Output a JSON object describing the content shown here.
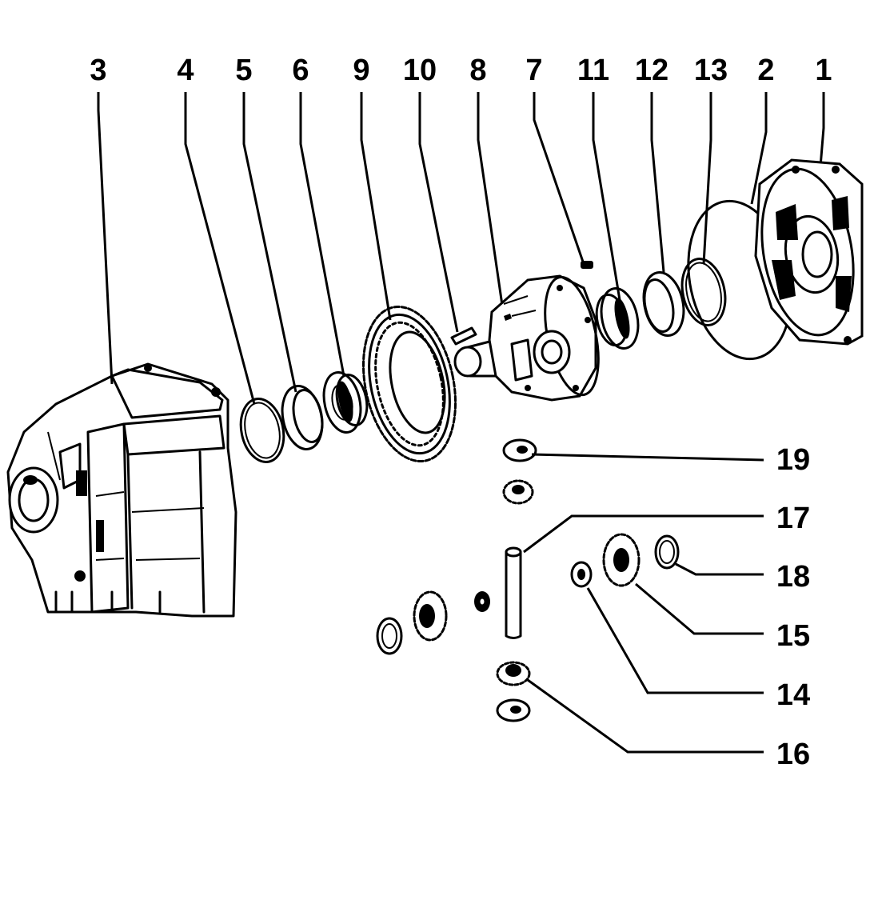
{
  "figure": {
    "callouts_top": [
      "3",
      "4",
      "5",
      "6",
      "9",
      "10",
      "8",
      "7",
      "11",
      "12",
      "13",
      "2",
      "1"
    ],
    "callouts_right": [
      "19",
      "17",
      "18",
      "15",
      "14",
      "16"
    ]
  },
  "colors": {
    "ink": "#000000",
    "paper": "#ffffff"
  }
}
